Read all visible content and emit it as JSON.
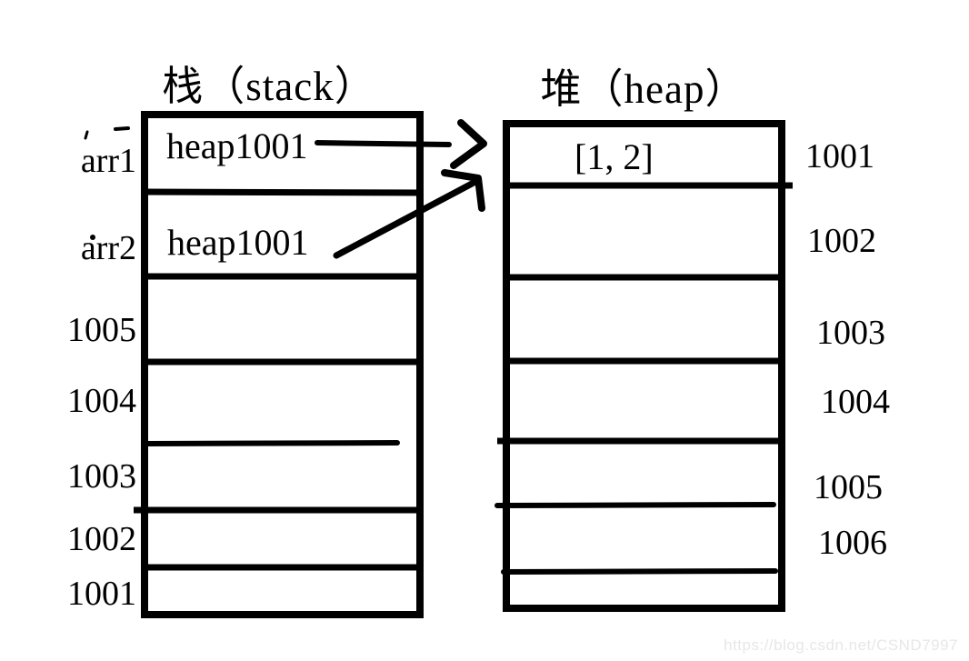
{
  "page": {
    "background": "#ffffff",
    "ink_color": "#000000",
    "watermark": "https://blog.csdn.net/CSND7997",
    "watermark_color": "#e7e7e7"
  },
  "stack": {
    "title": "栈（stack）",
    "rows": [
      {
        "label": "arr1",
        "value": "heap1001"
      },
      {
        "label": "arr2",
        "value": "heap1001"
      },
      {
        "label": "1005",
        "value": ""
      },
      {
        "label": "1004",
        "value": ""
      },
      {
        "label": "1003",
        "value": ""
      },
      {
        "label": "1002",
        "value": ""
      },
      {
        "label": "1001",
        "value": ""
      }
    ]
  },
  "heap": {
    "title": "堆（heap）",
    "rows": [
      {
        "label": "1001",
        "value": "[1, 2]"
      },
      {
        "label": "1002",
        "value": ""
      },
      {
        "label": "1003",
        "value": ""
      },
      {
        "label": "1004",
        "value": ""
      },
      {
        "label": "1005",
        "value": ""
      },
      {
        "label": "1006",
        "value": ""
      },
      {
        "label": "",
        "value": ""
      }
    ]
  },
  "arrows": [
    {
      "from": "stack row arr1 (heap1001)",
      "to": "heap cell 1001 [1, 2]"
    },
    {
      "from": "stack row arr2 (heap1001)",
      "to": "heap cell 1001 [1, 2]"
    }
  ]
}
